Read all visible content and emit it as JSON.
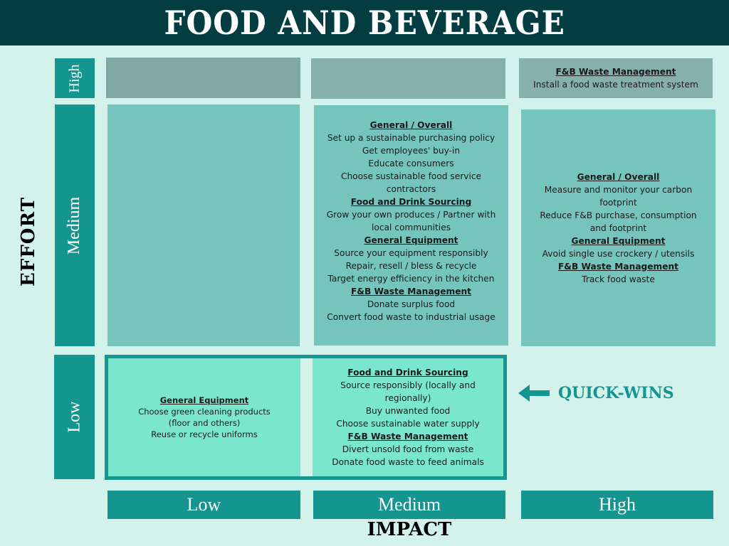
{
  "title": "FOOD AND BEVERAGE",
  "axes": {
    "y_title": "EFFORT",
    "x_title": "IMPACT",
    "y_levels": [
      "High",
      "Medium",
      "Low"
    ],
    "x_levels": [
      "Low",
      "Medium",
      "High"
    ]
  },
  "annotation": {
    "label": "QUICK-WINS",
    "icon": "arrow-left-icon",
    "color": "#149590"
  },
  "colors": {
    "header_bg": "#033d42",
    "page_bg": "#d4f2ec",
    "axis_label_bg": "#149590",
    "high_effort_cell": "#7fa8a3",
    "medium_effort_cell": "#75c4be",
    "quick_win_cell": "#7be6ce"
  },
  "cells": {
    "high_low": {
      "sections": []
    },
    "high_medium": {
      "sections": []
    },
    "high_high": {
      "sections": [
        {
          "heading": "F&B Waste Management",
          "items": [
            "Install a food waste treatment system"
          ]
        }
      ]
    },
    "medium_low": {
      "sections": []
    },
    "medium_medium": {
      "sections": [
        {
          "heading": "General / Overall",
          "items": [
            "Set up a sustainable purchasing policy",
            "Get employees' buy-in",
            "Educate consumers",
            "Choose sustainable food  service contractors"
          ]
        },
        {
          "heading": "Food and Drink Sourcing",
          "items": [
            "Grow your own produces / Partner with local communities"
          ]
        },
        {
          "heading": "General Equipment",
          "items": [
            "Source your equipment responsibly",
            "Repair, resell / bless & recycle",
            "Target energy efficiency in the kitchen"
          ]
        },
        {
          "heading": "F&B Waste Management",
          "items": [
            "Donate surplus food",
            "Convert food waste to industrial usage"
          ]
        }
      ]
    },
    "medium_high": {
      "sections": [
        {
          "heading": "General / Overall",
          "items": [
            "Measure and monitor your carbon footprint",
            "Reduce F&B purchase, consumption and footprint"
          ]
        },
        {
          "heading": "General Equipment",
          "items": [
            "Avoid single use crockery / utensils"
          ]
        },
        {
          "heading": "F&B Waste Management",
          "items": [
            "Track food waste"
          ]
        }
      ]
    },
    "low_low": {
      "sections": [
        {
          "heading": "General Equipment",
          "items": [
            "Choose green cleaning products (floor and others)",
            "Reuse or recycle uniforms"
          ]
        }
      ]
    },
    "low_medium": {
      "sections": [
        {
          "heading": "Food and Drink Sourcing",
          "items": [
            "Source responsibly (locally and regionally)",
            "Buy unwanted food",
            "Choose sustainable water supply"
          ]
        },
        {
          "heading": "F&B Waste Management",
          "items": [
            "Divert unsold food from waste",
            "Donate food waste to feed animals"
          ]
        }
      ]
    },
    "low_high": {
      "sections": []
    }
  }
}
